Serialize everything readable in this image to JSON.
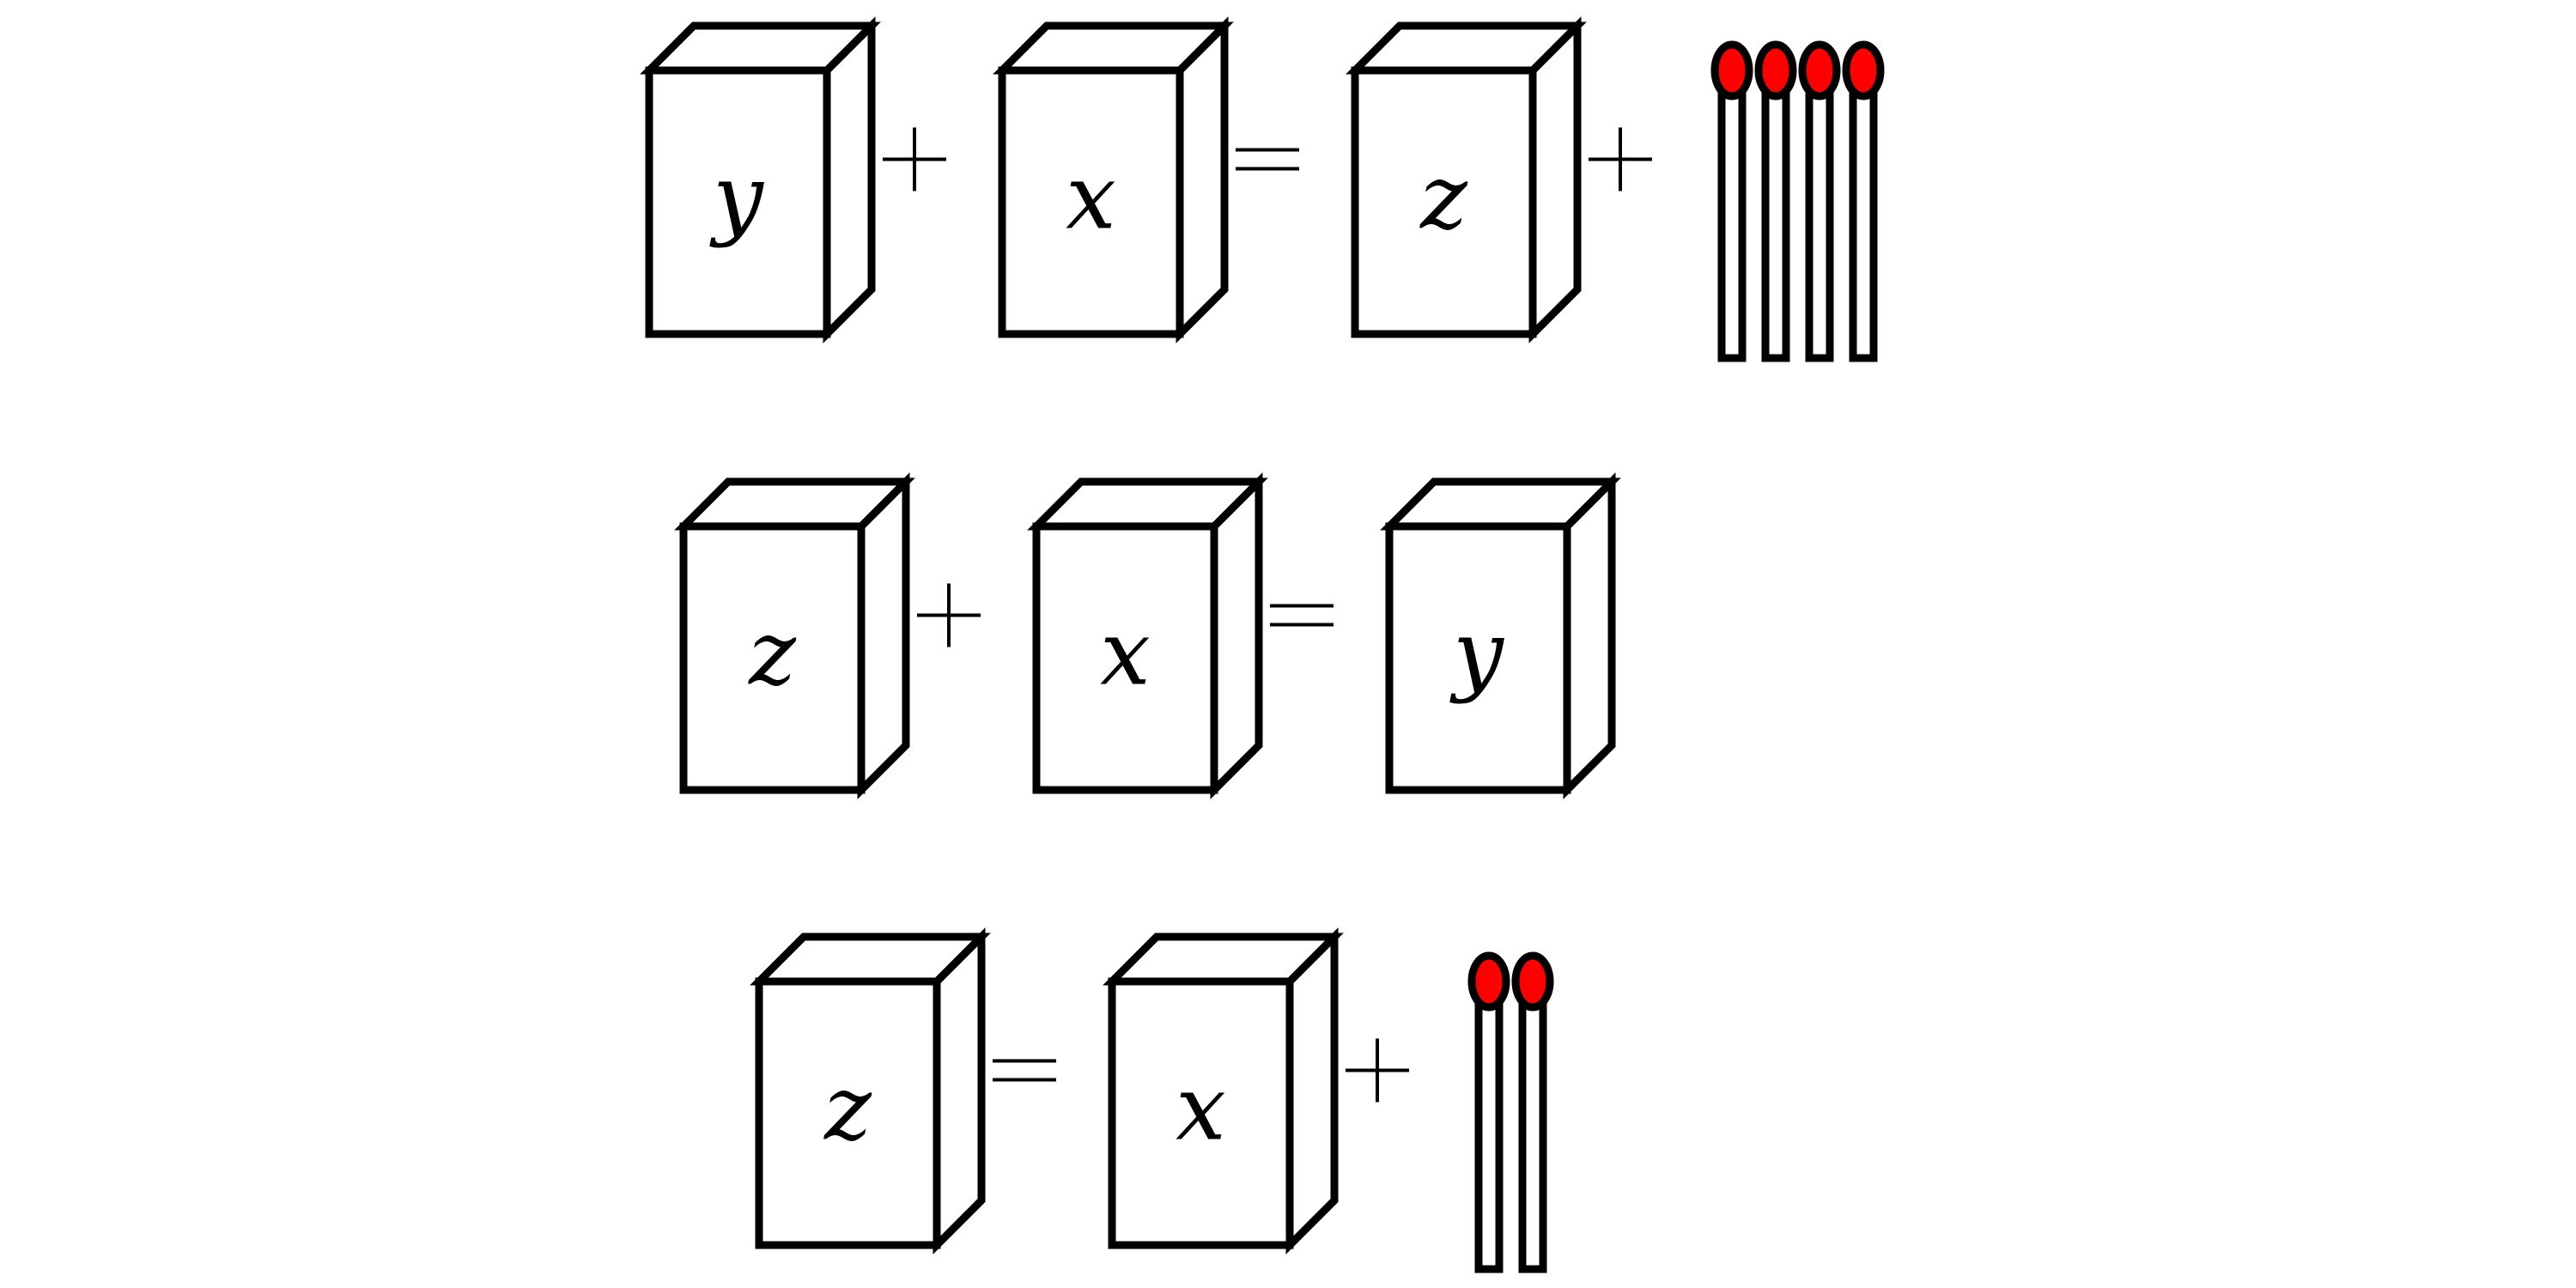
{
  "equations": [
    {
      "terms": [
        {
          "kind": "box",
          "label": "y"
        },
        {
          "kind": "op",
          "symbol": "+"
        },
        {
          "kind": "box",
          "label": "x"
        },
        {
          "kind": "op",
          "symbol": "="
        },
        {
          "kind": "box",
          "label": "z"
        },
        {
          "kind": "op",
          "symbol": "+"
        },
        {
          "kind": "matches",
          "count": 4
        }
      ]
    },
    {
      "terms": [
        {
          "kind": "box",
          "label": "z"
        },
        {
          "kind": "op",
          "symbol": "+"
        },
        {
          "kind": "box",
          "label": "x"
        },
        {
          "kind": "op",
          "symbol": "="
        },
        {
          "kind": "box",
          "label": "y"
        }
      ]
    },
    {
      "terms": [
        {
          "kind": "box",
          "label": "z"
        },
        {
          "kind": "op",
          "symbol": "="
        },
        {
          "kind": "box",
          "label": "x"
        },
        {
          "kind": "op",
          "symbol": "+"
        },
        {
          "kind": "matches",
          "count": 2
        }
      ]
    }
  ],
  "colors": {
    "stroke": "#000000",
    "match_head": "#ff0000",
    "background": "#ffffff"
  },
  "icons": {
    "box": "matchbox-icon",
    "match": "match-stick-icon",
    "plus": "plus-sign",
    "equals": "equals-sign"
  }
}
